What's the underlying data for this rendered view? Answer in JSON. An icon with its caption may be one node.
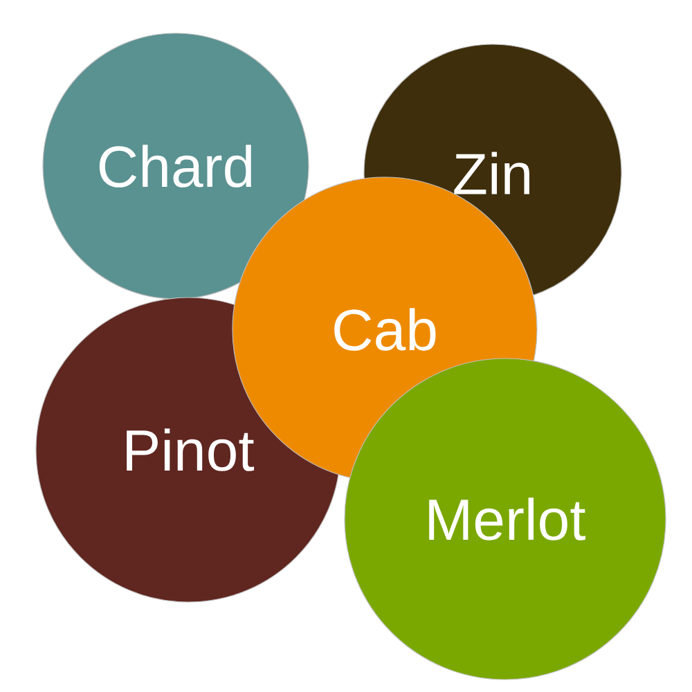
{
  "diagram": {
    "nodes": [
      {
        "text": [
          "Chard"
        ]
      },
      {
        "text": [
          "Zin"
        ]
      },
      {
        "text": [
          "Cab"
        ]
      },
      {
        "text": [
          "Pinot"
        ]
      },
      {
        "text": [
          "Merlot"
        ]
      }
    ]
  }
}
